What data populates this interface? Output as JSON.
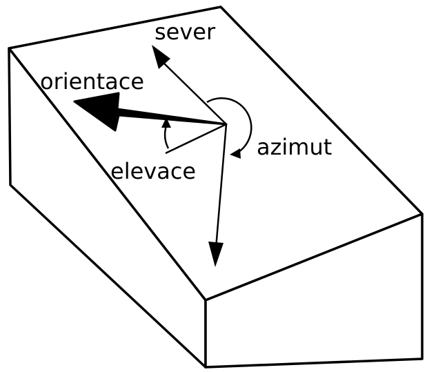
{
  "labels": {
    "north": "sever",
    "orientation": "orientace",
    "azimuth": "azimut",
    "elevation": "elevace"
  },
  "colors": {
    "ink": "#000000",
    "paper": "#ffffff"
  }
}
